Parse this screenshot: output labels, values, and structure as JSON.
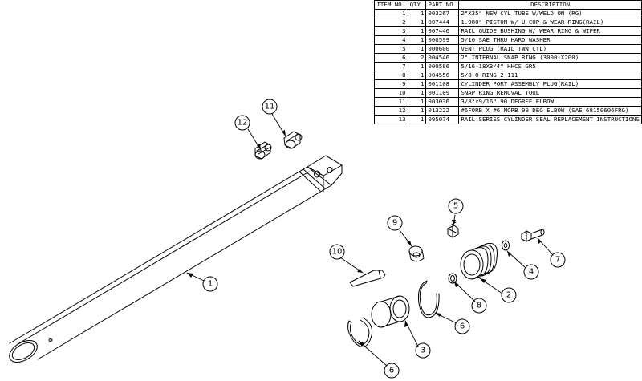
{
  "bom": {
    "headers": {
      "item": "ITEM NO.",
      "qty": "QTY.",
      "part": "PART NO.",
      "desc": "DESCRIPTION"
    },
    "rows": [
      {
        "item": "1",
        "qty": "1",
        "part": "003267",
        "desc": "2\"X35\" NEW CYL TUBE W/WELD ON (RG)"
      },
      {
        "item": "2",
        "qty": "1",
        "part": "007444",
        "desc": "1.980\" PISTON W/ U-CUP & WEAR RING(RAIL)"
      },
      {
        "item": "3",
        "qty": "1",
        "part": "007446",
        "desc": "RAIL GUIDE BUSHING W/ WEAR RING & WIPER"
      },
      {
        "item": "4",
        "qty": "1",
        "part": "000599",
        "desc": "5/16 SAE THRU HARD WASHER"
      },
      {
        "item": "5",
        "qty": "1",
        "part": "000600",
        "desc": "VENT PLUG (RAIL TWN CYL)"
      },
      {
        "item": "6",
        "qty": "2",
        "part": "004546",
        "desc": "2\" INTERNAL SNAP RING (3000-X200)"
      },
      {
        "item": "7",
        "qty": "1",
        "part": "000586",
        "desc": "5/16-18X3/4\" HHCS GR5"
      },
      {
        "item": "8",
        "qty": "1",
        "part": "004556",
        "desc": "5/8 O-RING 2-111"
      },
      {
        "item": "9",
        "qty": "1",
        "part": "001108",
        "desc": "CYLINDER PORT ASSEMBLY PLUG(RAIL)"
      },
      {
        "item": "10",
        "qty": "1",
        "part": "001109",
        "desc": "SNAP RING REMOVAL TOOL"
      },
      {
        "item": "11",
        "qty": "1",
        "part": "003036",
        "desc": "3/8\"x9/16\" 90 DEGREE ELBOW"
      },
      {
        "item": "12",
        "qty": "1",
        "part": "013222",
        "desc": "#6FORB X #6 MORB 90 DEG ELBOW (SAE 68150606FRG)"
      },
      {
        "item": "13",
        "qty": "1",
        "part": "095074",
        "desc": "RAIL SERIES CYLINDER SEAL REPLACEMENT INSTRUCTIONS"
      }
    ]
  },
  "callouts": {
    "c1": "1",
    "c2": "2",
    "c3": "3",
    "c4": "4",
    "c5": "5",
    "c6a": "6",
    "c6b": "6",
    "c7": "7",
    "c8": "8",
    "c9": "9",
    "c10": "10",
    "c11": "11",
    "c12": "12"
  }
}
